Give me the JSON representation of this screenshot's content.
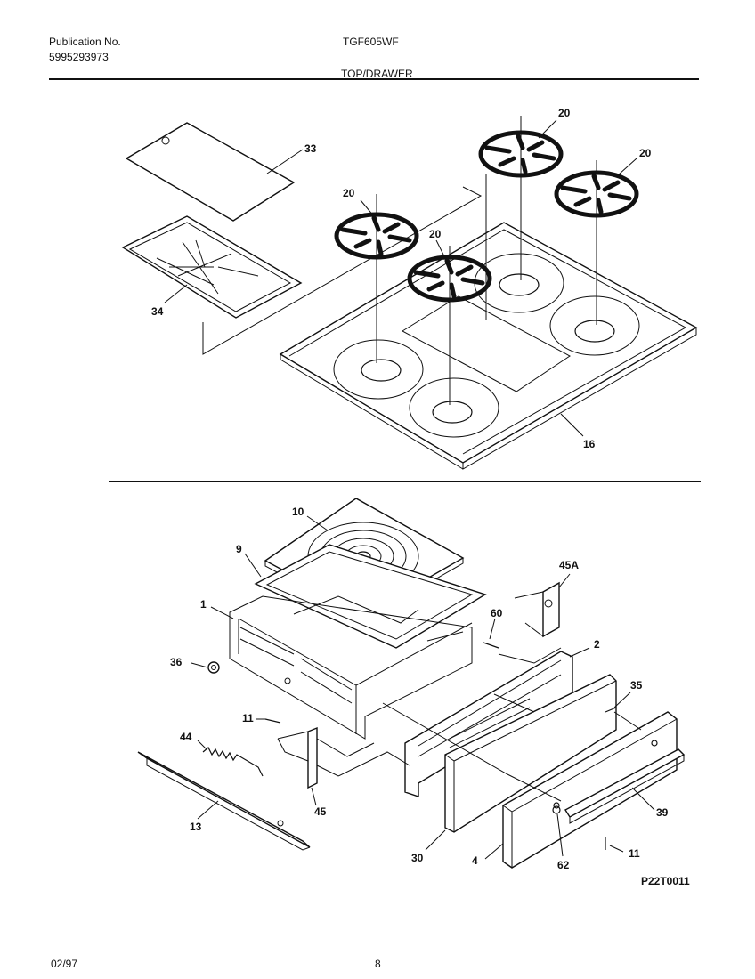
{
  "header": {
    "publication_label": "Publication No.",
    "publication_number": "5995293973",
    "model": "TGF605WF",
    "section_title": "TOP/DRAWER"
  },
  "callouts": {
    "c33": "33",
    "c34": "34",
    "c20a": "20",
    "c20b": "20",
    "c20c": "20",
    "c20d": "20",
    "c16": "16",
    "c10": "10",
    "c9": "9",
    "c1": "1",
    "c45a": "45A",
    "c60": "60",
    "c2": "2",
    "c36": "36",
    "c35": "35",
    "c11a": "11",
    "c44": "44",
    "c45": "45",
    "c39": "39",
    "c13": "13",
    "c30": "30",
    "c4": "4",
    "c62": "62",
    "c11b": "11"
  },
  "figure_code": "P22T0011",
  "footer": {
    "date": "02/97",
    "page": "8"
  }
}
